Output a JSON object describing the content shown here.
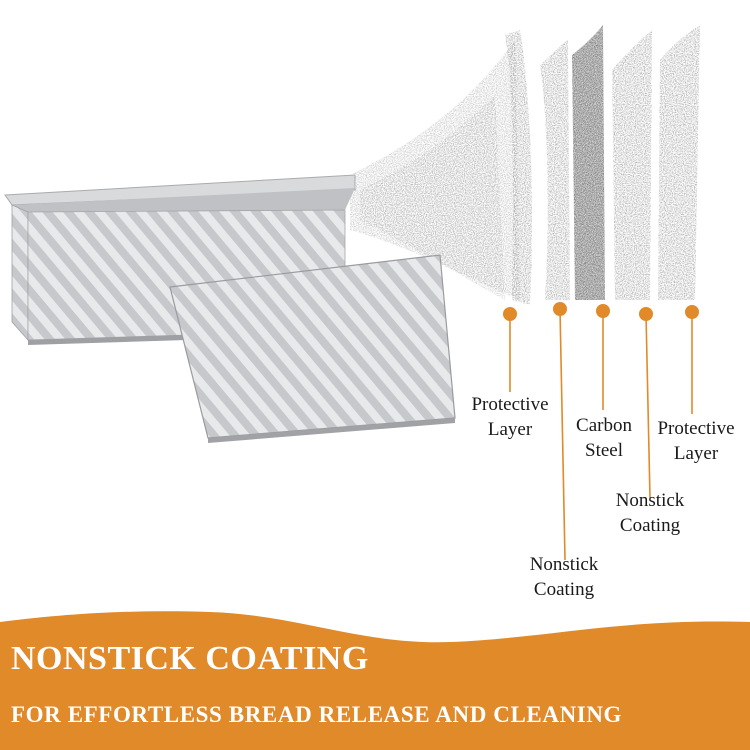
{
  "layers": [
    {
      "id": "protective-layer-1",
      "line1": "Protective",
      "line2": "Layer"
    },
    {
      "id": "nonstick-coating-1",
      "line1": "Nonstick",
      "line2": "Coating"
    },
    {
      "id": "carbon-steel",
      "line1": "Carbon",
      "line2": "Steel"
    },
    {
      "id": "nonstick-coating-2",
      "line1": "Nonstick",
      "line2": "Coating"
    },
    {
      "id": "protective-layer-2",
      "line1": "Protective",
      "line2": "Layer"
    }
  ],
  "banner": {
    "title": "NONSTICK COATING",
    "subtitle": "FOR EFFORTLESS BREAD RELEASE AND CLEANING"
  },
  "colors": {
    "accent": "#E08A2A",
    "pan": "#C9CBCE",
    "stripe": "#E9EAEB",
    "text": "#1A1A1A",
    "banner_text": "#FFFFFF"
  }
}
